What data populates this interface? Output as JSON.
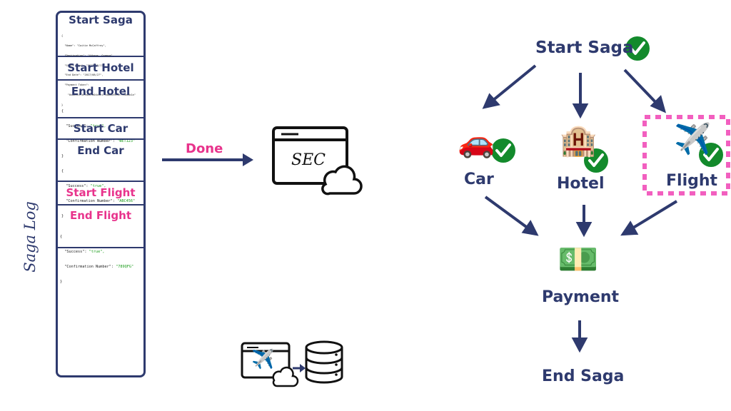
{
  "saga_log": {
    "label": "Saga Log",
    "entries": [
      {
        "title": "Start Saga",
        "color": "navy"
      },
      {
        "title": "Start Hotel",
        "color": "navy"
      },
      {
        "title": "End Hotel",
        "color": "navy"
      },
      {
        "title": "Start Car",
        "color": "navy"
      },
      {
        "title": "End Car",
        "color": "navy"
      },
      {
        "title": "Start Flight",
        "color": "pink"
      },
      {
        "title": "End Flight",
        "color": "pink"
      }
    ],
    "start_saga_payload": [
      "{",
      "  \"Name\": \"Caitie McCaffrey\",",
      "  \"Destination\": \"Athens, Greece\",",
      "  \"Start Date\": \"2017/08/17\",",
      "  \"End Date\": \"2017/08/27\",",
      "  \"Payment Token\":",
      "    \"0x8a5c1f3e9d2b7a04c6e1f5d8b2a9c3e7f06d4b1a\"",
      "}"
    ],
    "end_hotel_payload": {
      "success_key": "\"Success\":",
      "success_value": "\"true\",",
      "confirmation_key": "\"Confirmation Number\":",
      "confirmation_value": "\"WET123\""
    },
    "end_car_payload": {
      "success_key": "\"Success\":",
      "success_value": "\"true\",",
      "confirmation_key": "\"Confirmation Number\":",
      "confirmation_value": "\"ABC456\""
    },
    "end_flight_payload": {
      "success_key": "\"Success\":",
      "success_value": "\"true\",",
      "confirmation_key": "\"Confirmation Number\":",
      "confirmation_value": "\"789QFG\""
    }
  },
  "middle": {
    "done_label": "Done",
    "sec_label": "SEC"
  },
  "flow": {
    "start": "Start Saga",
    "car": "Car",
    "hotel": "Hotel",
    "flight": "Flight",
    "payment": "Payment",
    "end": "End Saga",
    "car_emoji": "🚗",
    "hotel_emoji": "🏨",
    "flight_emoji": "✈️",
    "payment_emoji": "💵",
    "small_flight_emoji": "✈️"
  },
  "colors": {
    "navy": "#2e3a6e",
    "pink": "#e8338c",
    "check_green": "#138a2c",
    "highlight_border": "#f25fbf"
  }
}
